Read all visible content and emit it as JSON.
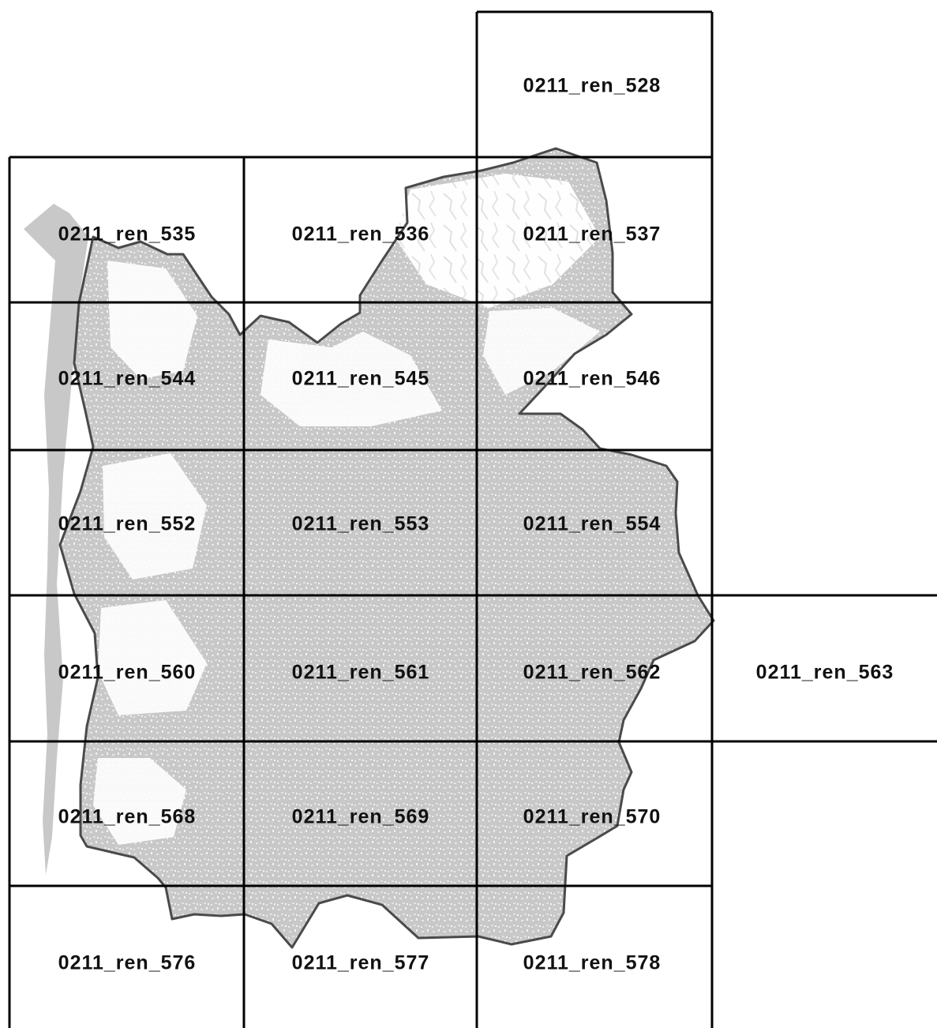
{
  "colors": {
    "background": "#ffffff",
    "watershed_fill": "#c8c8c8",
    "watershed_outline": "#4a4a4a",
    "grid_line": "#000000",
    "label_text": "#111111"
  },
  "tiles": [
    {
      "id": "528",
      "label": "0211_ren_528"
    },
    {
      "id": "535",
      "label": "0211_ren_535"
    },
    {
      "id": "536",
      "label": "0211_ren_536"
    },
    {
      "id": "537",
      "label": "0211_ren_537"
    },
    {
      "id": "544",
      "label": "0211_ren_544"
    },
    {
      "id": "545",
      "label": "0211_ren_545"
    },
    {
      "id": "546",
      "label": "0211_ren_546"
    },
    {
      "id": "552",
      "label": "0211_ren_552"
    },
    {
      "id": "553",
      "label": "0211_ren_553"
    },
    {
      "id": "554",
      "label": "0211_ren_554"
    },
    {
      "id": "560",
      "label": "0211_ren_560"
    },
    {
      "id": "561",
      "label": "0211_ren_561"
    },
    {
      "id": "562",
      "label": "0211_ren_562"
    },
    {
      "id": "563",
      "label": "0211_ren_563"
    },
    {
      "id": "568",
      "label": "0211_ren_568"
    },
    {
      "id": "569",
      "label": "0211_ren_569"
    },
    {
      "id": "570",
      "label": "0211_ren_570"
    },
    {
      "id": "576",
      "label": "0211_ren_576"
    },
    {
      "id": "577",
      "label": "0211_ren_577"
    },
    {
      "id": "578",
      "label": "0211_ren_578"
    }
  ]
}
